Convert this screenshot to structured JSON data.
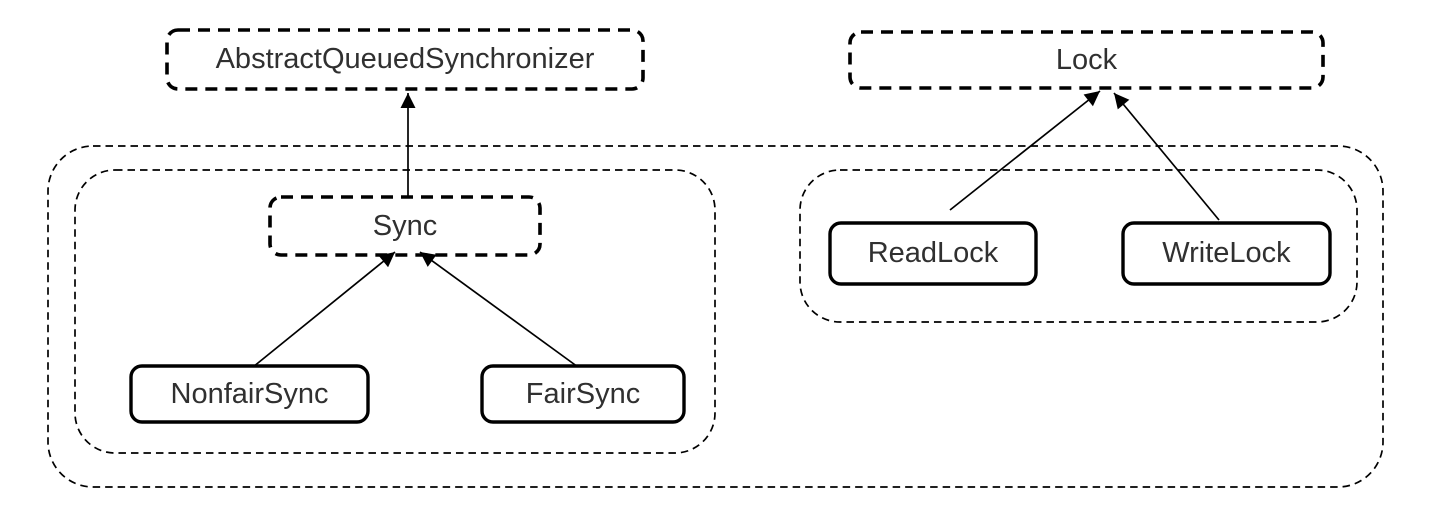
{
  "diagram": {
    "type": "class-inheritance-diagram",
    "colors": {
      "ink": "#000000",
      "text": "#303030",
      "background": "#ffffff"
    },
    "nodes": {
      "aqs": {
        "label": "AbstractQueuedSynchronizer",
        "border": "dashed"
      },
      "lock": {
        "label": "Lock",
        "border": "dashed"
      },
      "sync": {
        "label": "Sync",
        "border": "dashed"
      },
      "nonfairsync": {
        "label": "NonfairSync",
        "border": "solid"
      },
      "fairsync": {
        "label": "FairSync",
        "border": "solid"
      },
      "readlock": {
        "label": "ReadLock",
        "border": "solid"
      },
      "writelock": {
        "label": "WriteLock",
        "border": "solid"
      }
    },
    "edges": [
      {
        "from": "Sync",
        "to": "AbstractQueuedSynchronizer"
      },
      {
        "from": "NonfairSync",
        "to": "Sync"
      },
      {
        "from": "FairSync",
        "to": "Sync"
      },
      {
        "from": "ReadLock",
        "to": "Lock"
      },
      {
        "from": "WriteLock",
        "to": "Lock"
      }
    ],
    "groups": [
      {
        "id": "outer-group",
        "contains": [
          "sync-group",
          "lock-group"
        ]
      },
      {
        "id": "sync-group",
        "contains": [
          "Sync",
          "NonfairSync",
          "FairSync"
        ]
      },
      {
        "id": "lock-group",
        "contains": [
          "ReadLock",
          "WriteLock"
        ]
      }
    ]
  }
}
